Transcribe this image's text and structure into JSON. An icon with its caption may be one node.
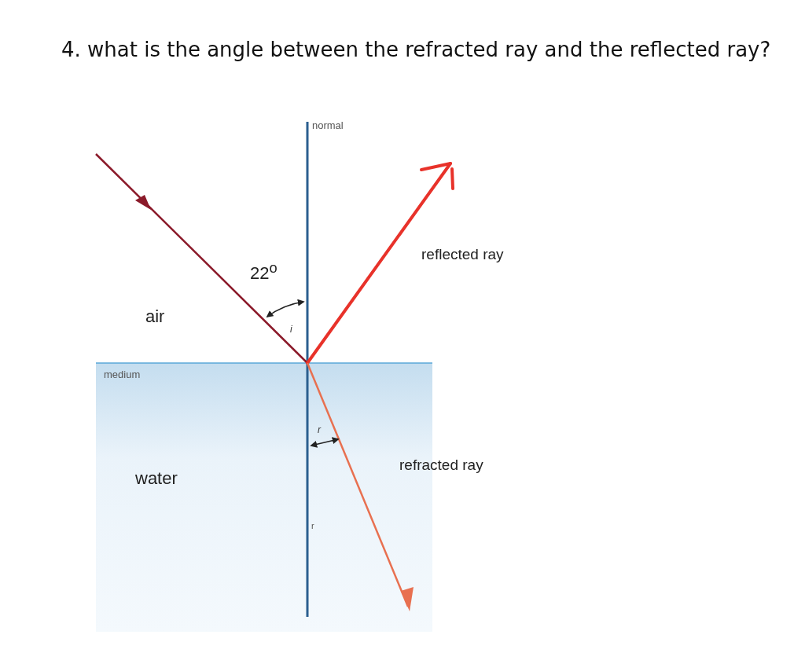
{
  "diagram": {
    "title": "4. what is the angle between the refracted ray and the reflected ray?",
    "labels": [
      "normal",
      "22$^{o}$",
      "reflected ray",
      "air",
      "i",
      "medium",
      "r",
      "refracted ray",
      "water",
      "r"
    ]
  }
}
